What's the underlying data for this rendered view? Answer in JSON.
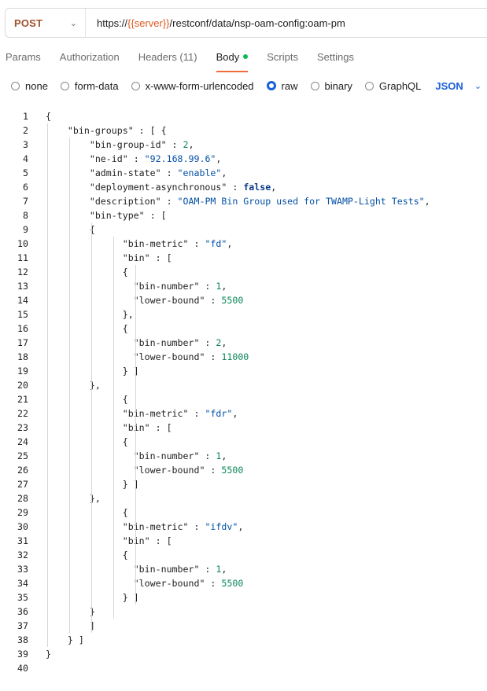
{
  "request": {
    "method": "POST",
    "url_prefix": "https://",
    "url_var_open": "{{",
    "url_var": "server",
    "url_var_close": "}}",
    "url_suffix": "/restconf/data/nsp-oam-config:oam-pm"
  },
  "tabs": [
    {
      "label": "Params",
      "active": false
    },
    {
      "label": "Authorization",
      "active": false
    },
    {
      "label": "Headers (11)",
      "active": false
    },
    {
      "label": "Body",
      "active": true
    },
    {
      "label": "Scripts",
      "active": false
    },
    {
      "label": "Settings",
      "active": false
    }
  ],
  "body_options": [
    {
      "label": "none",
      "selected": false
    },
    {
      "label": "form-data",
      "selected": false
    },
    {
      "label": "x-www-form-urlencoded",
      "selected": false
    },
    {
      "label": "raw",
      "selected": true
    },
    {
      "label": "binary",
      "selected": false
    },
    {
      "label": "GraphQL",
      "selected": false
    }
  ],
  "format": "JSON",
  "colors": {
    "accent": "#1a5fd6",
    "method": "#a0522d",
    "var": "#e05a1f",
    "active_dot": "#0cbb52"
  },
  "code_lines": [
    {
      "n": "1",
      "text": "{"
    },
    {
      "n": "2",
      "text": "    \"bin-groups\" : [ {"
    },
    {
      "n": "3",
      "text": "        \"bin-group-id\" : 2,"
    },
    {
      "n": "4",
      "text": "        \"ne-id\" : \"92.168.99.6\","
    },
    {
      "n": "5",
      "text": "        \"admin-state\" : \"enable\","
    },
    {
      "n": "6",
      "text": "        \"deployment-asynchronous\" : false,"
    },
    {
      "n": "7",
      "text": "        \"description\" : \"OAM-PM Bin Group used for TWAMP-Light Tests\","
    },
    {
      "n": "8",
      "text": "        \"bin-type\" : ["
    },
    {
      "n": "9",
      "text": "        {"
    },
    {
      "n": "10",
      "text": "              \"bin-metric\" : \"fd\","
    },
    {
      "n": "11",
      "text": "              \"bin\" : ["
    },
    {
      "n": "12",
      "text": "              {"
    },
    {
      "n": "13",
      "text": "                \"bin-number\" : 1,"
    },
    {
      "n": "14",
      "text": "                \"lower-bound\" : 5500"
    },
    {
      "n": "15",
      "text": "              },"
    },
    {
      "n": "16",
      "text": "              {"
    },
    {
      "n": "17",
      "text": "                \"bin-number\" : 2,"
    },
    {
      "n": "18",
      "text": "                \"lower-bound\" : 11000"
    },
    {
      "n": "19",
      "text": "              } ]"
    },
    {
      "n": "20",
      "text": "        },"
    },
    {
      "n": "21",
      "text": "              {"
    },
    {
      "n": "22",
      "text": "              \"bin-metric\" : \"fdr\","
    },
    {
      "n": "23",
      "text": "              \"bin\" : ["
    },
    {
      "n": "24",
      "text": "              {"
    },
    {
      "n": "25",
      "text": "                \"bin-number\" : 1,"
    },
    {
      "n": "26",
      "text": "                \"lower-bound\" : 5500"
    },
    {
      "n": "27",
      "text": "              } ]"
    },
    {
      "n": "28",
      "text": "        },"
    },
    {
      "n": "29",
      "text": "              {"
    },
    {
      "n": "30",
      "text": "              \"bin-metric\" : \"ifdv\","
    },
    {
      "n": "31",
      "text": "              \"bin\" : ["
    },
    {
      "n": "32",
      "text": "              {"
    },
    {
      "n": "33",
      "text": "                \"bin-number\" : 1,"
    },
    {
      "n": "34",
      "text": "                \"lower-bound\" : 5500"
    },
    {
      "n": "35",
      "text": "              } ]"
    },
    {
      "n": "36",
      "text": "        }"
    },
    {
      "n": "37",
      "text": "        ]"
    },
    {
      "n": "38",
      "text": "    } ]"
    },
    {
      "n": "39",
      "text": "}"
    },
    {
      "n": "40",
      "text": ""
    }
  ]
}
